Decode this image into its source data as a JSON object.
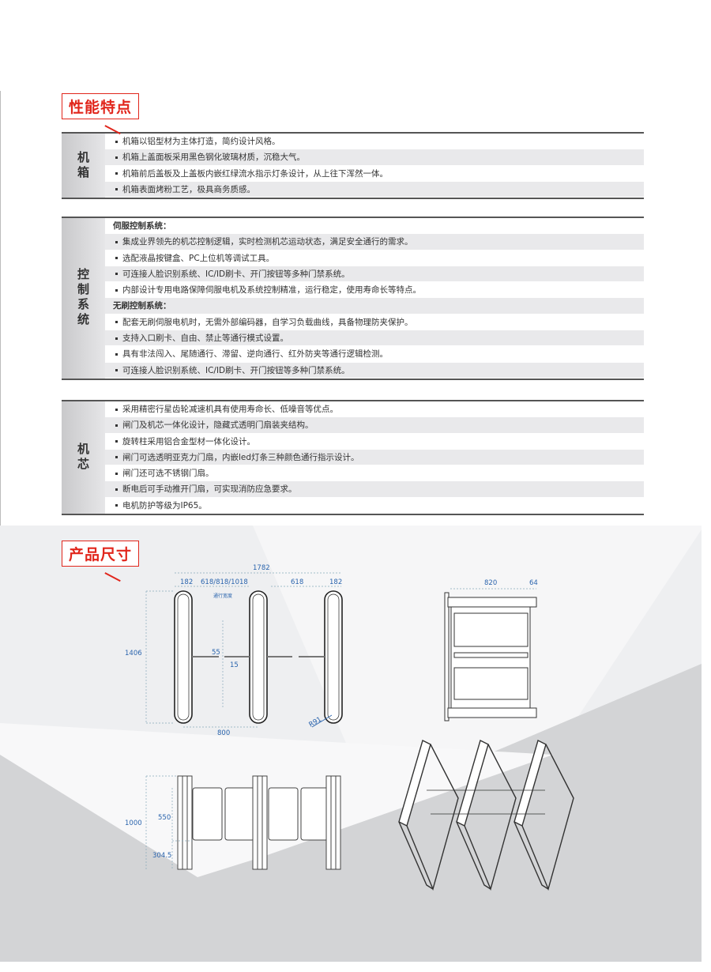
{
  "features": {
    "title": "性能特点",
    "sections": [
      {
        "label": "机箱",
        "rows": [
          {
            "type": "item",
            "text": "机箱以铝型材为主体打造，简约设计风格。"
          },
          {
            "type": "item",
            "text": "机箱上盖面板采用黑色钢化玻璃材质，沉稳大气。"
          },
          {
            "type": "item",
            "text": "机箱前后盖板及上盖板内嵌红绿流水指示灯条设计，从上往下浑然一体。"
          },
          {
            "type": "item",
            "text": "机箱表面烤粉工艺，极具商务质感。"
          }
        ]
      },
      {
        "label": "控制系统",
        "rows": [
          {
            "type": "head",
            "text": "伺服控制系统："
          },
          {
            "type": "item",
            "text": "集成业界领先的机芯控制逻辑，实时检测机芯运动状态，满足安全通行的需求。"
          },
          {
            "type": "item",
            "text": "选配液晶按键盒、PC上位机等调试工具。"
          },
          {
            "type": "item",
            "text": "可连接人脸识别系统、IC/ID刷卡、开门按钮等多种门禁系统。"
          },
          {
            "type": "item",
            "text": "内部设计专用电路保障伺服电机及系统控制精准，运行稳定，使用寿命长等特点。"
          },
          {
            "type": "head",
            "text": "无刷控制系统："
          },
          {
            "type": "item",
            "text": "配套无刷伺服电机时，无需外部编码器，自学习负载曲线，具备物理防夹保护。"
          },
          {
            "type": "item",
            "text": "支持入口刷卡、自由、禁止等通行模式设置。"
          },
          {
            "type": "item",
            "text": "具有非法闯入、尾随通行、滞留、逆向通行、红外防夹等通行逻辑检测。"
          },
          {
            "type": "item",
            "text": "可连接人脸识别系统、IC/ID刷卡、开门按钮等多种门禁系统。"
          }
        ]
      },
      {
        "label": "机芯",
        "rows": [
          {
            "type": "item",
            "text": "采用精密行星齿轮减速机具有使用寿命长、低噪音等优点。"
          },
          {
            "type": "item",
            "text": "闸门及机芯一体化设计，隐藏式透明门扇装夹结构。"
          },
          {
            "type": "item",
            "text": "旋转柱采用铝合金型材一体化设计。"
          },
          {
            "type": "item",
            "text": "闸门可选透明亚克力门扇，内嵌led灯条三种颜色通行指示设计。"
          },
          {
            "type": "item",
            "text": "闸门还可选不锈钢门扇。"
          },
          {
            "type": "item",
            "text": "断电后可手动推开门扇，可实现消防应急要求。"
          },
          {
            "type": "item",
            "text": "电机防护等级为IP65。"
          }
        ]
      }
    ]
  },
  "dimensions": {
    "title": "产品尺寸",
    "top_view": {
      "total": "1782",
      "left_post": "182",
      "passage": "618/818/1018",
      "passage_label": "通行宽度",
      "right_passage": "618",
      "right_post": "182",
      "height": "1406",
      "gap": "55",
      "wing": "15",
      "pitch": "800",
      "radius": "R91"
    },
    "side_view": {
      "depth": "820",
      "overhang": "64"
    },
    "front_view": {
      "height": "1000",
      "panel": "550",
      "base": "304.5"
    }
  },
  "colors": {
    "accent": "#e1261c",
    "dimension": "#2a64ad"
  }
}
